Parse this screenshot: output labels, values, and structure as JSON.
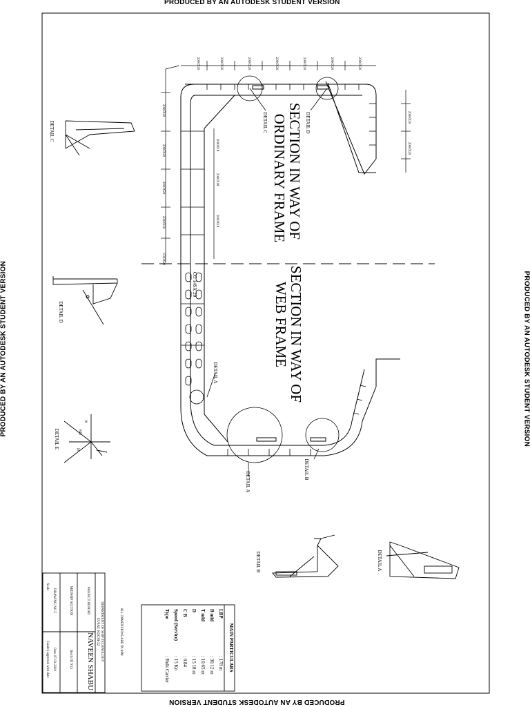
{
  "watermark": "PRODUCED BY AN AUTODESK STUDENT VERSION",
  "titles": {
    "ordinary_frame_1": "SECTION IN WAY OF",
    "ordinary_frame_2": "ORDINARY FRAME",
    "web_frame_1": "SECTION IN WAY OF",
    "web_frame_2": "WEB FRAME"
  },
  "detail_labels": {
    "detail_a": "DETAIL A",
    "detail_b": "DETAIL B",
    "detail_c": "DETAIL C",
    "detail_d": "DETAIL D",
    "detail_e": "DETAIL E",
    "detail_a_plan": "DETAIL A",
    "detail_b_plan": "DETAIL B",
    "detail_c_plan": "DETAIL C",
    "detail_d_plan": "DETAIL D",
    "detail_e_plan": "DETAIL E"
  },
  "dimension_labels": {
    "plate_2000x20": "2000X20",
    "plate_2000x18": "2000X18",
    "plate_1500x22": "1500X22",
    "cg_label": "CG 14SX 20",
    "dim_18": "18",
    "dim_r45": "R45",
    "dim_20": "20"
  },
  "main_particulars": {
    "heading": "MAIN PARTICULARS",
    "rows": [
      {
        "key": "LBP",
        "value": ": 178 m"
      },
      {
        "key": "B mld",
        "value": ": 30.12 m"
      },
      {
        "key": "T mld",
        "value": ": 10.65 m"
      },
      {
        "key": "D",
        "value": ": 15.18 m"
      },
      {
        "key": "C B",
        "value": ": 0.84"
      },
      {
        "key": "Speed (Service)",
        "value": ": 15 Kn"
      },
      {
        "key": "Type",
        "value": ": Bulk Carrier"
      }
    ]
  },
  "notes": {
    "dimensions": "ALL DIMENSIONS ARE IN MM"
  },
  "title_block": {
    "department": "DEPARTMENT OF SHIP TECHNOLOGY",
    "university": "CUSAT, KOCHI-22",
    "project_label": "PROJECT REPORT",
    "name": "NAVEEN SHABU",
    "drawing_title": "MIDSHIP SECTION",
    "batch": "Batch ID  X13",
    "drawing_no": "DRAWING NO 5",
    "date": "Date  07-03-2020",
    "scale": "Scale",
    "approval": "Guide's approval with date"
  }
}
